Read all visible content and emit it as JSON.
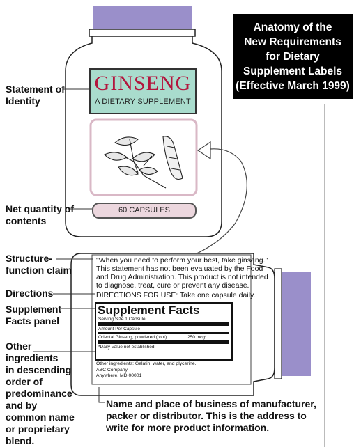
{
  "title_lines": [
    "Anatomy of the",
    "New Requirements",
    "for Dietary",
    "Supplement Labels",
    "(Effective March 1999)"
  ],
  "front_label": {
    "product_name": "GINSENG",
    "subtitle": "A DIETARY SUPPLEMENT",
    "quantity": "60 CAPSULES"
  },
  "callouts": {
    "identity": [
      "Statement of",
      "Identity"
    ],
    "net_quantity": [
      "Net quantity of",
      "contents"
    ],
    "structure": [
      "Structure-",
      "function claim"
    ],
    "directions": [
      "Directions"
    ],
    "supplement_facts": [
      "Supplement",
      "Facts panel"
    ],
    "other_ingredients": [
      "Other",
      "ingredients",
      "in descending",
      "order of",
      "predominance",
      "and by",
      "common name",
      "or proprietary",
      "blend."
    ],
    "manufacturer": [
      "Name and place of business of manufacturer,",
      "packer or distributor. This is the address to",
      "write for more product information."
    ]
  },
  "back_label": {
    "claim_lines": [
      "\"When you need to perform your best, take ginseng.\"",
      "This statement has not been evaluated by the Food",
      "and Drug Administration. This product is not intended",
      "to diagnose, treat, cure or prevent any disease."
    ],
    "directions": "DIRECTIONS FOR USE: Take one capsule daily.",
    "facts": {
      "title": "Supplement Facts",
      "serving": "Serving Size 1 Capsule",
      "amount": "Amount Per Capsule",
      "ingredient": "Oriental Ginseng, powdered (root)",
      "ingredient_amount": "250 mcg*",
      "footnote": "*Daily Value not established."
    },
    "other_ingredients": "Other ingredients: Gelatin, water, and glycerine.",
    "company_lines": [
      "ABC Company",
      "Anywhere, MD 00001"
    ]
  },
  "colors": {
    "cap": "#9a8fca",
    "label_panel": "#a9dccd",
    "product_name": "#b3153d",
    "image_frame": "#d9b8c6",
    "capsule_pill": "#ecd7de"
  }
}
